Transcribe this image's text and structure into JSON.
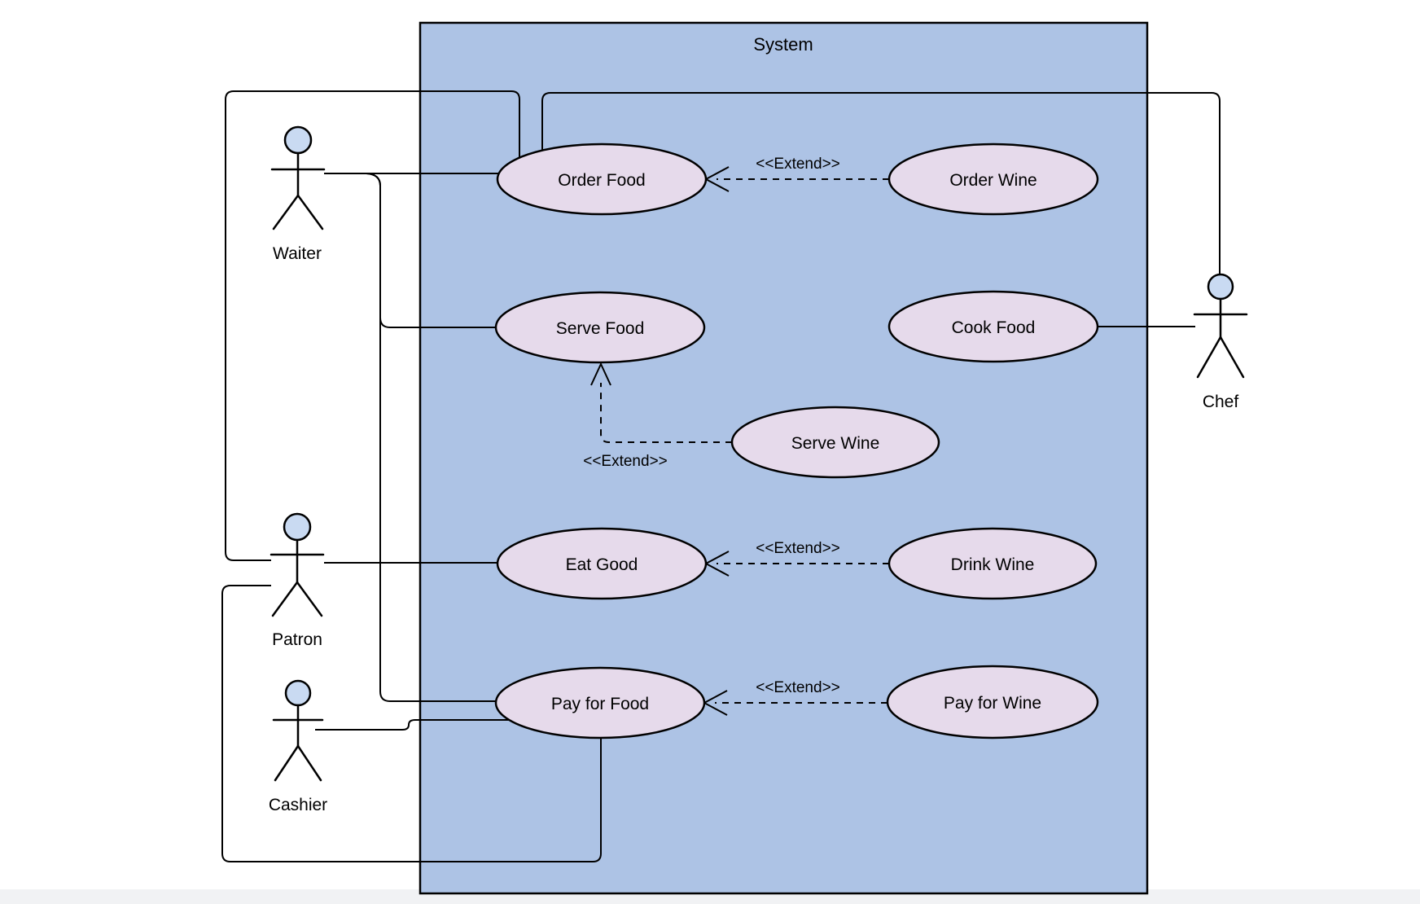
{
  "diagram": {
    "title": "System",
    "colors": {
      "system_fill": "#adc3e5",
      "usecase_fill": "#e6daeb",
      "actor_head_fill": "#c9daf2",
      "stroke": "#000000",
      "background": "#ffffff"
    },
    "actors": [
      {
        "id": "waiter",
        "label": "Waiter"
      },
      {
        "id": "patron",
        "label": "Patron"
      },
      {
        "id": "cashier",
        "label": "Cashier"
      },
      {
        "id": "chef",
        "label": "Chef"
      }
    ],
    "use_cases": [
      {
        "id": "order-food",
        "label": "Order Food"
      },
      {
        "id": "order-wine",
        "label": "Order Wine"
      },
      {
        "id": "serve-food",
        "label": "Serve Food"
      },
      {
        "id": "cook-food",
        "label": "Cook Food"
      },
      {
        "id": "serve-wine",
        "label": "Serve Wine"
      },
      {
        "id": "eat-good",
        "label": "Eat Good"
      },
      {
        "id": "drink-wine",
        "label": "Drink Wine"
      },
      {
        "id": "pay-for-food",
        "label": "Pay for Food"
      },
      {
        "id": "pay-for-wine",
        "label": "Pay for Wine"
      }
    ],
    "associations": [
      {
        "from": "Patron",
        "to": "Order Food"
      },
      {
        "from": "Chef",
        "to": "Order Food"
      },
      {
        "from": "Waiter",
        "to": "Order Food"
      },
      {
        "from": "Waiter",
        "to": "Serve Food"
      },
      {
        "from": "Waiter",
        "to": "Pay for Food"
      },
      {
        "from": "Patron",
        "to": "Eat Good"
      },
      {
        "from": "Patron",
        "to": "Pay for Food"
      },
      {
        "from": "Cashier",
        "to": "Pay for Food"
      },
      {
        "from": "Chef",
        "to": "Cook Food"
      }
    ],
    "extends": [
      {
        "from": "Order Wine",
        "to": "Order Food",
        "label": "<<Extend>>"
      },
      {
        "from": "Serve Wine",
        "to": "Serve Food",
        "label": "<<Extend>>"
      },
      {
        "from": "Drink Wine",
        "to": "Eat Good",
        "label": "<<Extend>>"
      },
      {
        "from": "Pay for Wine",
        "to": "Pay for Food",
        "label": "<<Extend>>"
      }
    ]
  }
}
